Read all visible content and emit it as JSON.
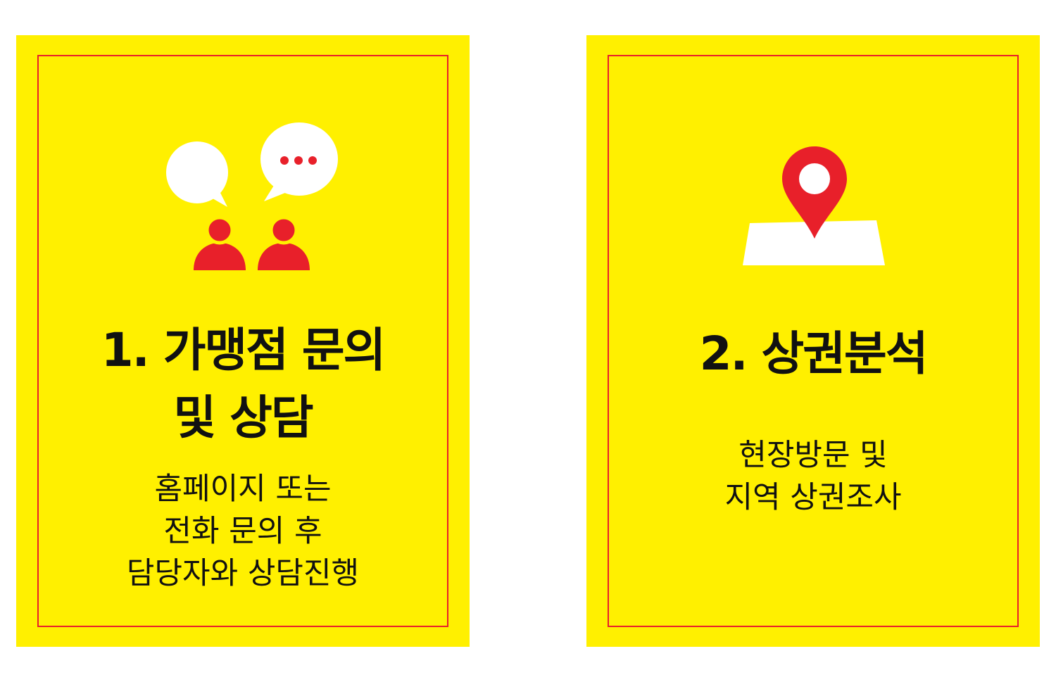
{
  "colors": {
    "card_background": "#fff000",
    "frame_border": "#e8202a",
    "icon_red": "#e8202a",
    "icon_white": "#ffffff",
    "text": "#111111"
  },
  "cards": [
    {
      "icon": "people-chat-icon",
      "title_lines": [
        "1. 가맹점 문의",
        "및 상담"
      ],
      "description_lines": [
        "홈페이지 또는",
        "전화 문의 후",
        "담당자와 상담진행"
      ]
    },
    {
      "icon": "map-pin-icon",
      "title_lines": [
        "2. 상권분석"
      ],
      "description_lines": [
        "현장방문 및",
        "지역 상권조사"
      ]
    }
  ]
}
